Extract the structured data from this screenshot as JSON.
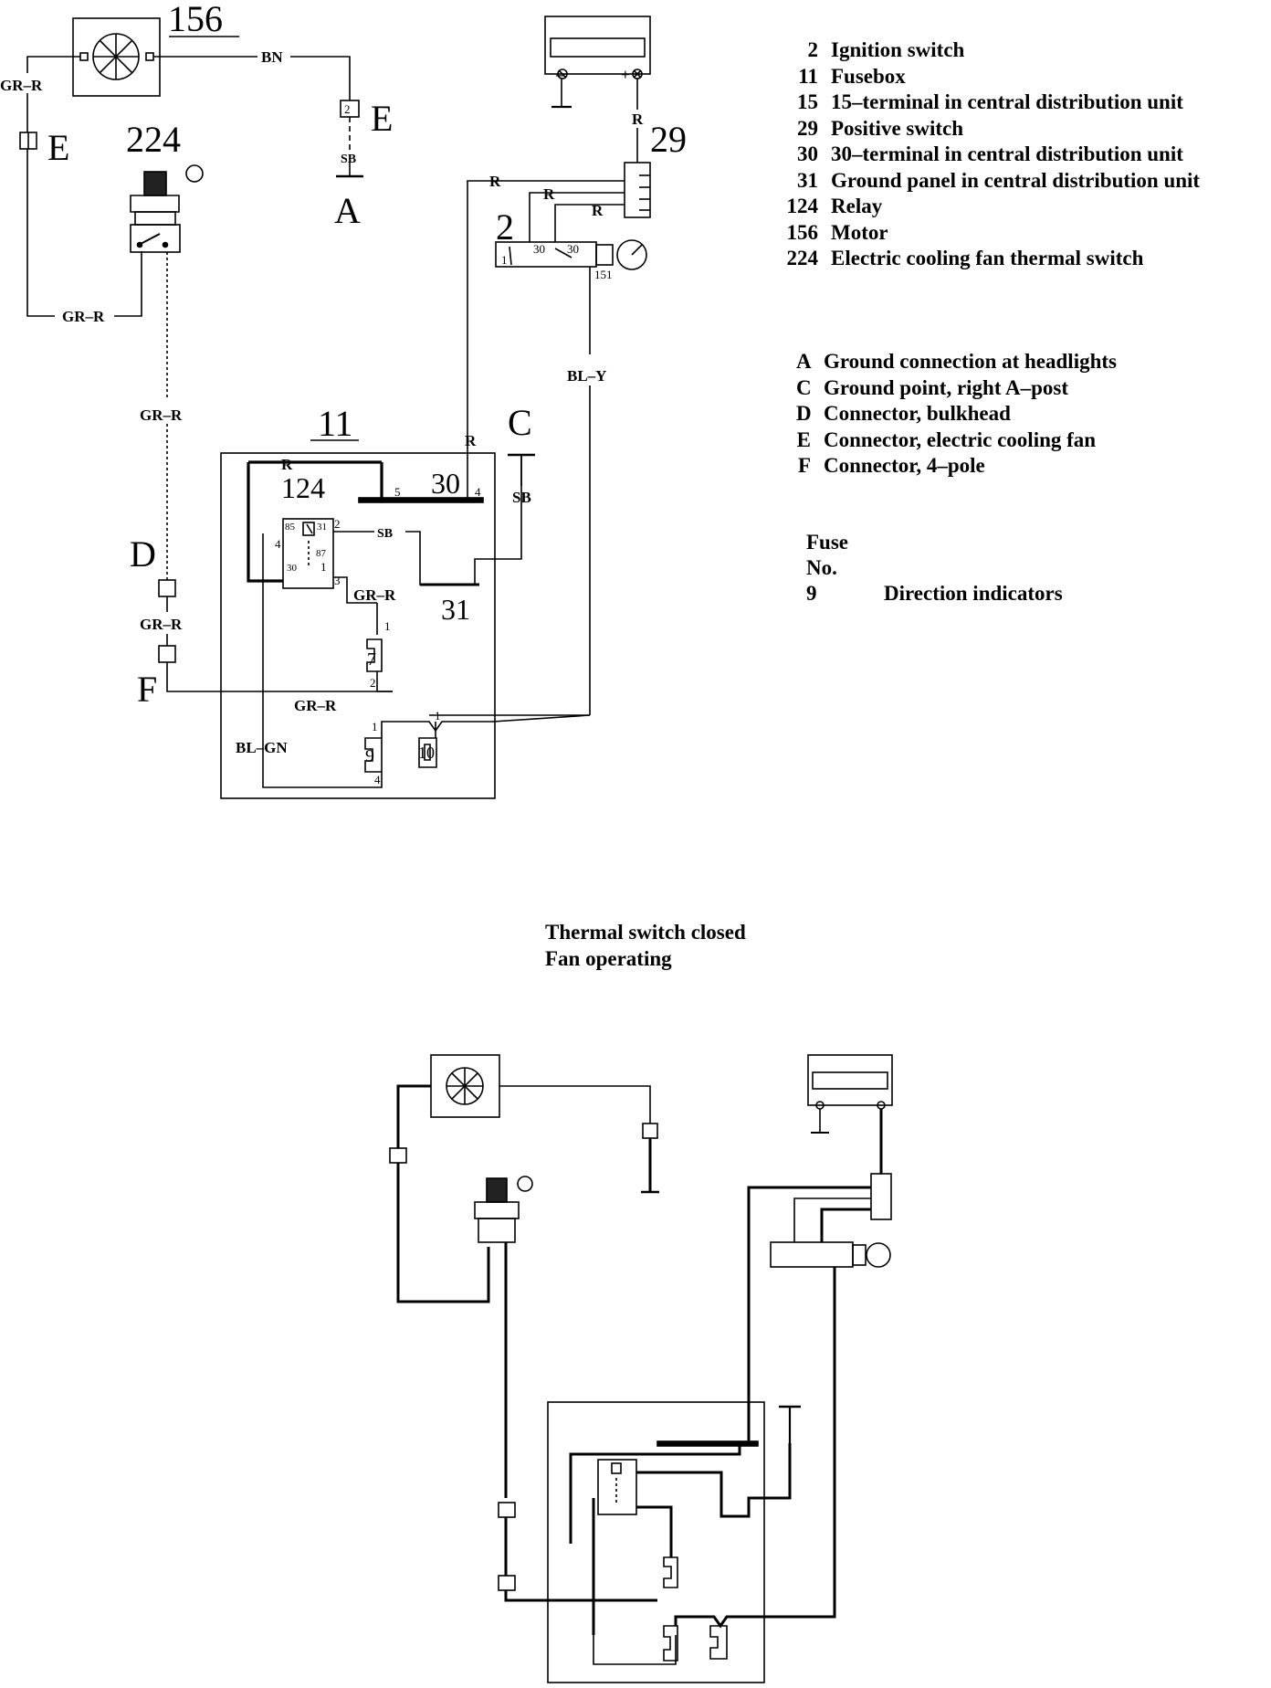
{
  "components": {
    "motor": "156",
    "thermal_switch": "224",
    "positive_switch": "29",
    "ignition_switch": "2",
    "fusebox": "11",
    "relay": "124",
    "terminal_30": "30",
    "ground_panel": "31",
    "pin_151": "151",
    "fuse_7": "7",
    "fuse_9": "9",
    "fuse_10": "10",
    "battery_minus": "–",
    "battery_plus": "+"
  },
  "connectors": {
    "A": "A",
    "C": "C",
    "D": "D",
    "E_left": "E",
    "E_right": "E",
    "F": "F",
    "E_box": "2"
  },
  "wire_labels": {
    "gr_r_top": "GR–R",
    "gr_r_switch": "GR–R",
    "gr_r_mid": "GR–R",
    "gr_r_d": "GR–R",
    "gr_r_fuse": "GR–R",
    "gr_r_bottom": "GR–R",
    "bn": "BN",
    "sb_a": "SB",
    "sb_c": "SB",
    "sb_relay": "SB",
    "r_battery": "R",
    "r_long": "R",
    "r_29a": "R",
    "r_29b": "R",
    "r_down": "R",
    "r_relay": "R",
    "bl_y": "BL–Y",
    "bl_gn": "BL–GN"
  },
  "pins": {
    "p30a": "30",
    "p30b": "30",
    "p1": "1",
    "p5": "5",
    "p4": "4",
    "r85": "85",
    "r31": "31",
    "r2": "2",
    "r4": "4",
    "r87": "87",
    "r30": "30",
    "r1": "1",
    "r3": "3",
    "f7_1": "1",
    "f7_2": "2",
    "f9_1": "1",
    "f9_4": "4",
    "f10_1": "1"
  },
  "legend": [
    {
      "key": "2",
      "text": "Ignition switch"
    },
    {
      "key": "11",
      "text": "Fusebox"
    },
    {
      "key": "15",
      "text": "15–terminal in central distribution unit"
    },
    {
      "key": "29",
      "text": "Positive switch"
    },
    {
      "key": "30",
      "text": "30–terminal in central distribution unit"
    },
    {
      "key": "31",
      "text": "Ground panel in central distribution unit"
    },
    {
      "key": "124",
      "text": "Relay"
    },
    {
      "key": "156",
      "text": "Motor"
    },
    {
      "key": "224",
      "text": "Electric cooling fan thermal switch"
    }
  ],
  "legend2": [
    {
      "key": "A",
      "text": "Ground connection at headlights"
    },
    {
      "key": "C",
      "text": "Ground point, right A–post"
    },
    {
      "key": "D",
      "text": "Connector, bulkhead"
    },
    {
      "key": "E",
      "text": "Connector, electric cooling fan"
    },
    {
      "key": "F",
      "text": "Connector, 4–pole"
    }
  ],
  "fuse_table": {
    "heading1": "Fuse",
    "heading2": "No.",
    "rows": [
      {
        "no": "9",
        "text": "Direction indicators"
      }
    ]
  },
  "caption": {
    "line1": "Thermal switch closed",
    "line2": "Fan operating"
  }
}
